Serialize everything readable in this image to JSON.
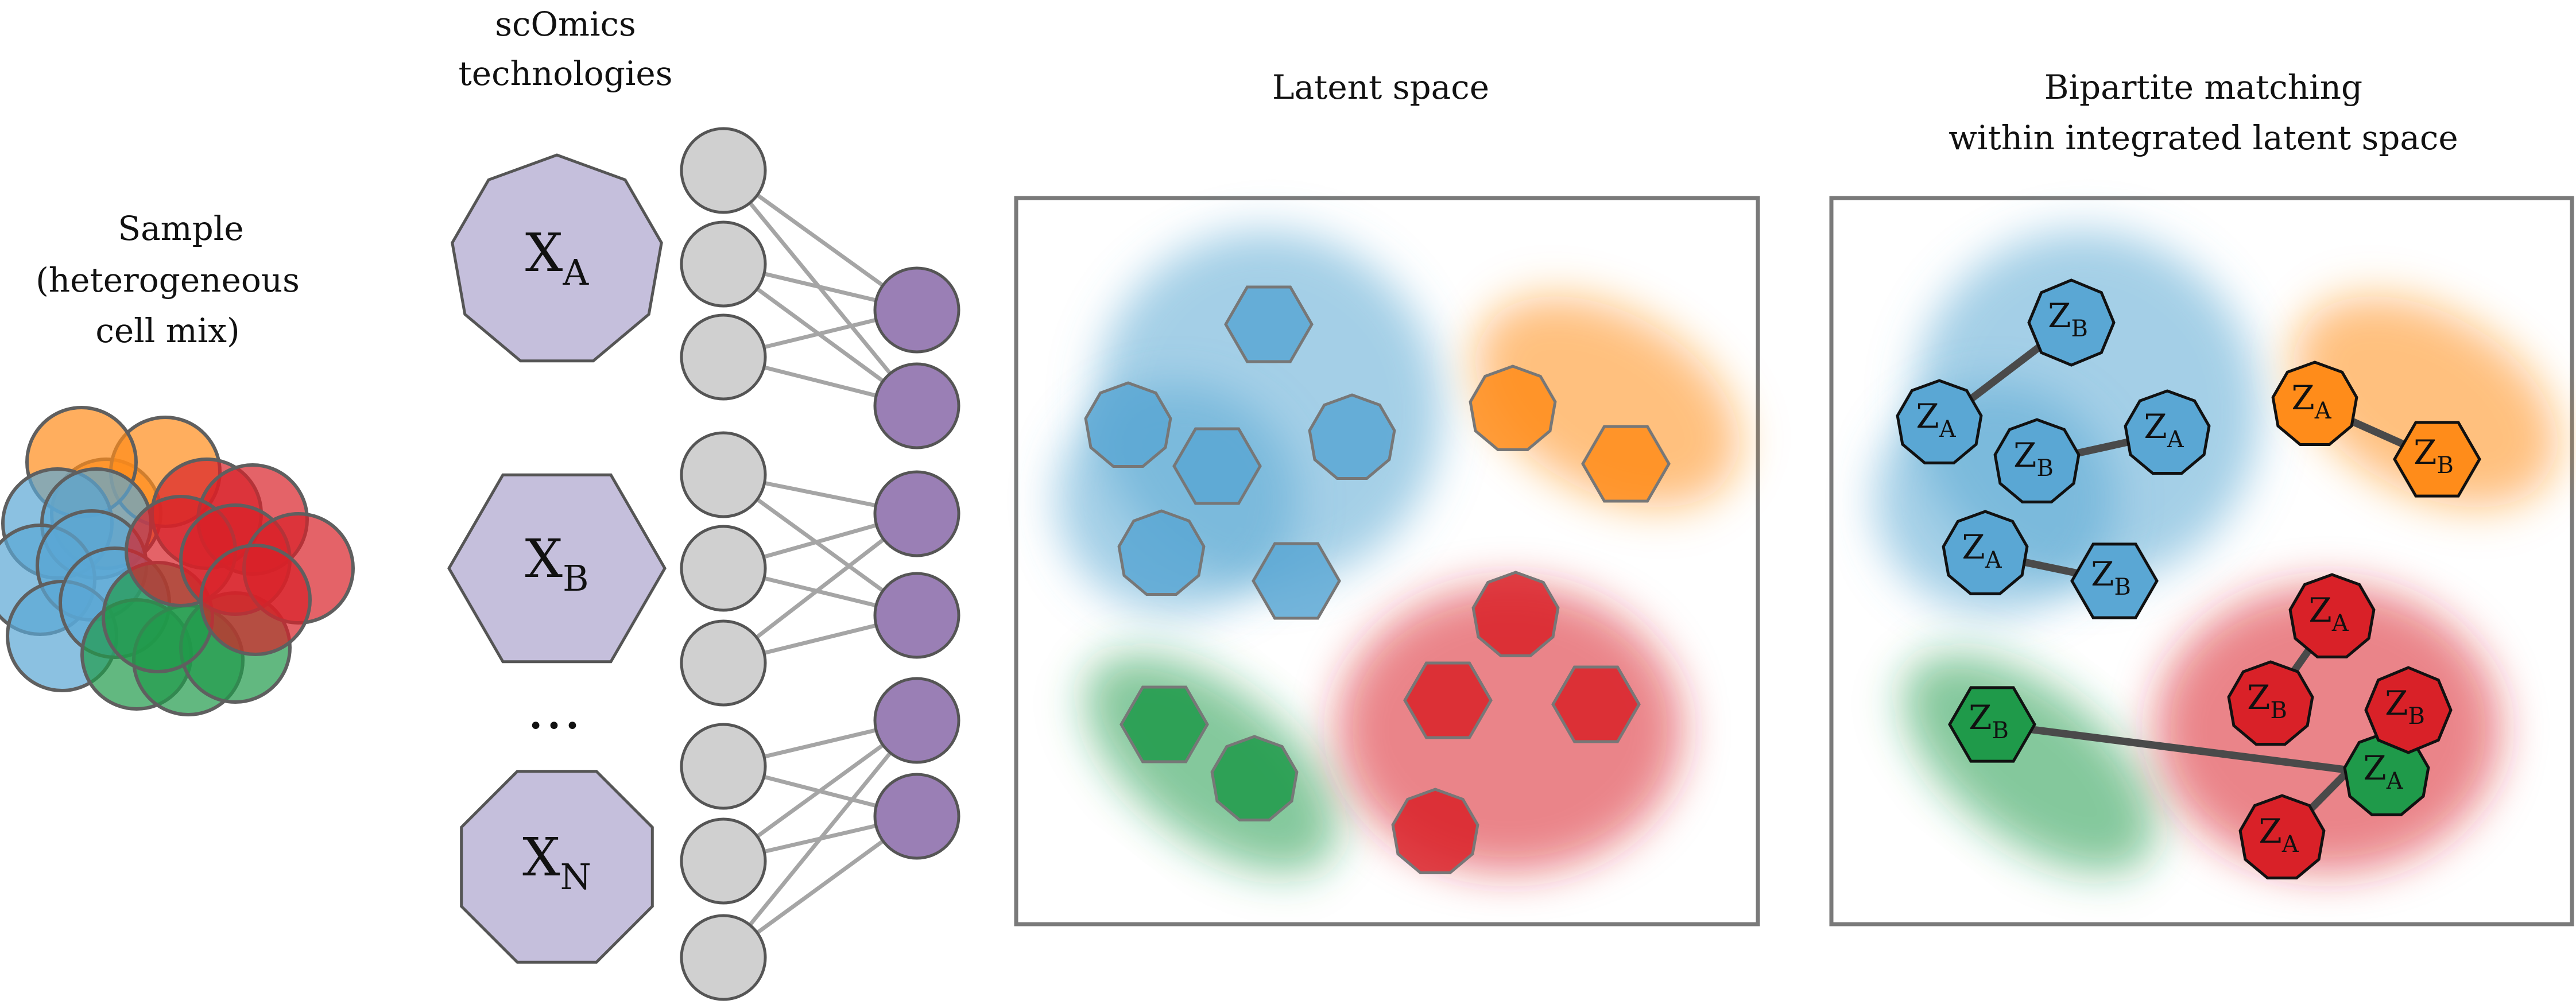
{
  "labels": {
    "sample_line1": "Sample",
    "sample_line2": "(heterogeneous",
    "sample_line3": "cell mix)",
    "tech_line1": "scOmics",
    "tech_line2": "technologies",
    "latent": "Latent space",
    "bip_line1": "Bipartite matching",
    "bip_line2": "within integrated latent space",
    "ellipsis": "•••"
  },
  "modalities": [
    {
      "base": "X",
      "sub": "A"
    },
    {
      "base": "X",
      "sub": "B"
    },
    {
      "base": "X",
      "sub": "N"
    }
  ],
  "cell_types": {
    "blue": "#5aa7d4",
    "orange": "#ff8c1a",
    "green": "#1f9a4a",
    "red": "#d92128"
  },
  "encoder_colors": {
    "input_node": "#d0d0d0",
    "latent_node": "#9a7fb5",
    "modality_shape": "#c5bfdc"
  },
  "matched_pairs": [
    {
      "cluster": "blue",
      "a": "ZA",
      "b": "ZB"
    },
    {
      "cluster": "blue",
      "a": "ZA",
      "b": "ZB"
    },
    {
      "cluster": "blue",
      "a": "ZA",
      "b": "ZB"
    },
    {
      "cluster": "orange",
      "a": "ZA",
      "b": "ZB"
    },
    {
      "cluster": "green",
      "a": "ZA",
      "b": "ZB"
    },
    {
      "cluster": "red",
      "a": "ZA",
      "b": "ZB"
    },
    {
      "cluster": "red",
      "a": "ZA",
      "b": "ZB"
    }
  ],
  "z_label": {
    "base": "Z",
    "sub_a": "A",
    "sub_b": "B"
  }
}
